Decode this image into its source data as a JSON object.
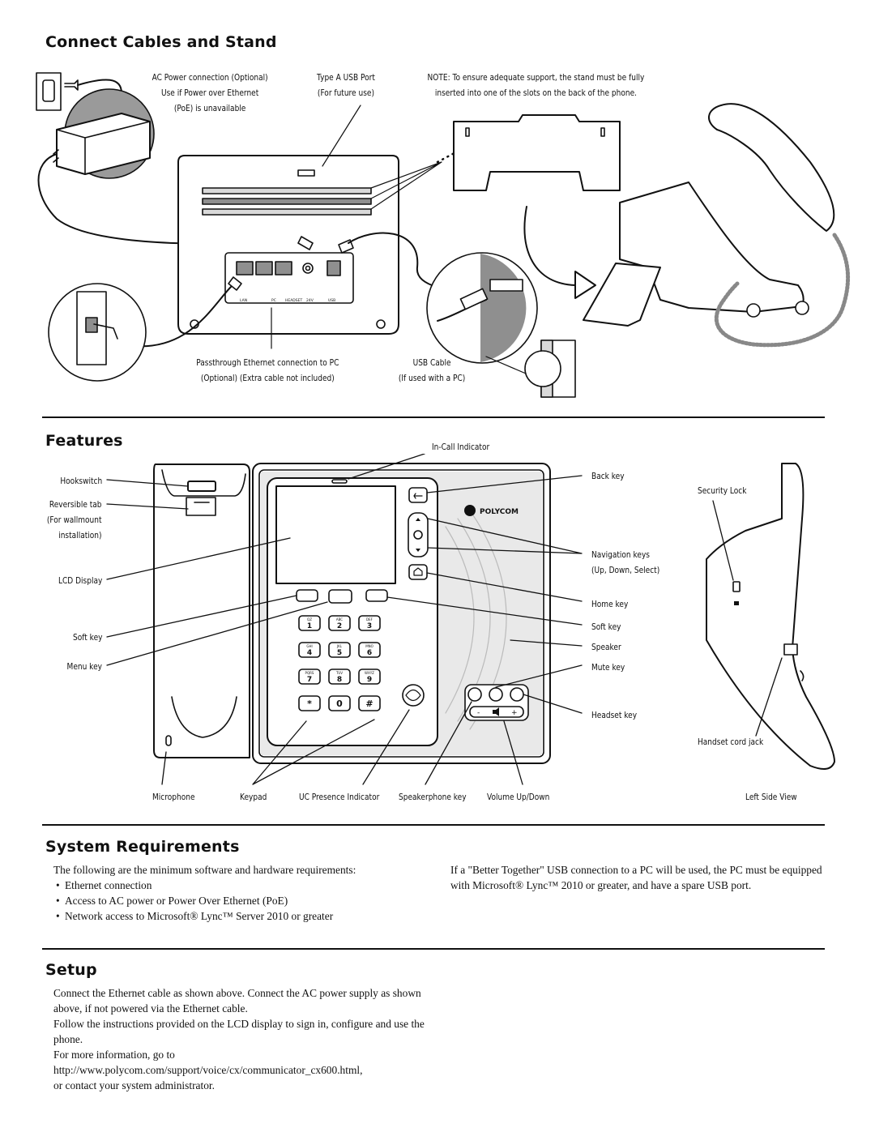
{
  "sections": {
    "connect_title": "Connect Cables and Stand",
    "features_title": "Features",
    "requirements_title": "System Requirements",
    "setup_title": "Setup"
  },
  "connect": {
    "ac_power": [
      "AC Power connection  (Optional)",
      "Use if Power over Ethernet",
      "(PoE) is unavailable"
    ],
    "usb_port": [
      "Type A USB Port",
      "(For future use)"
    ],
    "note": [
      "NOTE: To ensure adequate support, the stand must be fully",
      "inserted into one of the slots on the back of the phone."
    ],
    "passthrough": [
      "Passthrough Ethernet connection to PC",
      "(Optional) (Extra cable not included)"
    ],
    "usb_cable": [
      "USB Cable",
      "(If used with a PC)"
    ],
    "port_labels": [
      "LAN",
      "PC",
      "HEADSET",
      "24V",
      "USB"
    ]
  },
  "features": {
    "in_call": "In-Call Indicator",
    "hookswitch": "Hookswitch",
    "reversible_tab": [
      "Reversible tab",
      "(For wallmount",
      "installation)"
    ],
    "lcd": "LCD Display",
    "soft_key_left": "Soft key",
    "menu_key": "Menu key",
    "back_key": "Back key",
    "nav_keys": [
      "Navigation keys",
      "(Up, Down, Select)"
    ],
    "home_key": "Home key",
    "soft_key_right": "Soft key",
    "speaker": "Speaker",
    "mute_key": "Mute key",
    "headset_key": "Headset key",
    "security_lock": "Security Lock",
    "handset_jack": "Handset cord jack",
    "microphone": "Microphone",
    "keypad": "Keypad",
    "uc_presence": "UC Presence Indicator",
    "speakerphone": "Speakerphone key",
    "volume": "Volume Up/Down",
    "left_side_view": "Left Side View",
    "brand": "POLYCOM",
    "keypad_keys": [
      {
        "num": "1",
        "sub": "QZ"
      },
      {
        "num": "2",
        "sub": "ABC"
      },
      {
        "num": "3",
        "sub": "DEF"
      },
      {
        "num": "4",
        "sub": "GHI"
      },
      {
        "num": "5",
        "sub": "JKL"
      },
      {
        "num": "6",
        "sub": "MNO"
      },
      {
        "num": "7",
        "sub": "PQRS"
      },
      {
        "num": "8",
        "sub": "TUV"
      },
      {
        "num": "9",
        "sub": "WXYZ"
      },
      {
        "num": "*",
        "sub": ""
      },
      {
        "num": "0",
        "sub": ""
      },
      {
        "num": "#",
        "sub": ""
      }
    ],
    "volume_symbols": [
      "-",
      "+"
    ]
  },
  "requirements": {
    "intro": "The following are the minimum software and hardware requirements:",
    "items": [
      "Ethernet connection",
      "Access to AC power or Power Over Ethernet (PoE)",
      "Network access to Microsoft® Lync™ Server 2010 or greater"
    ],
    "right": "If a \"Better Together\" USB connection to a PC will be used, the PC must be equipped with Microsoft® Lync™ 2010 or greater, and have a spare USB port."
  },
  "setup": {
    "p1": "Connect the Ethernet cable as shown above. Connect the AC power supply as shown above, if not powered via the Ethernet cable.",
    "p2": "Follow the instructions provided on the LCD display to sign in, configure and use the phone.",
    "p3": "For more information, go to",
    "url": "http://www.polycom.com/support/voice/cx/communicator_cx600.html,",
    "p4": "or contact your system administrator."
  },
  "colors": {
    "ink": "#111111",
    "gray_fill": "#8f8f8f",
    "light_fill": "#d9d9d9"
  }
}
